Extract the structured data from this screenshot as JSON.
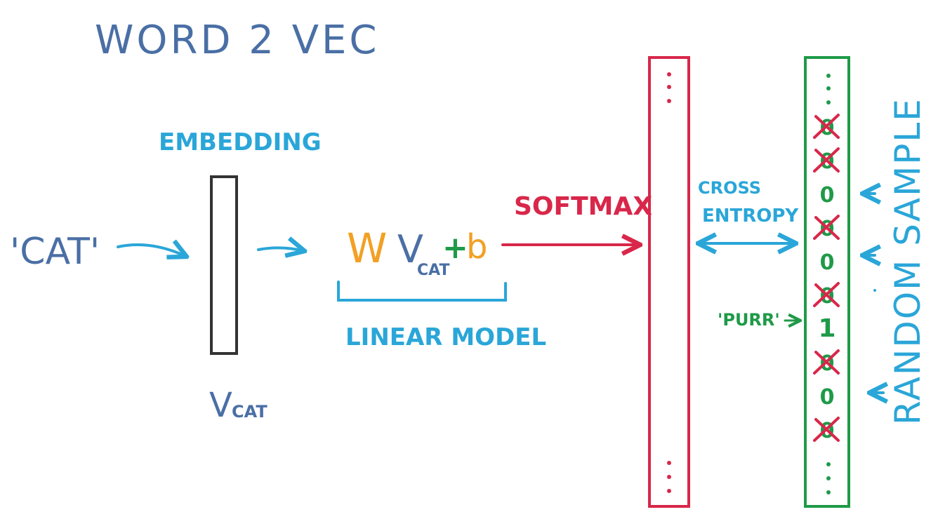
{
  "title": "WORD 2 VEC",
  "embedding_label": "EMBEDDING",
  "input_word": "'CAT'",
  "vector_label": {
    "main": "V",
    "sub": "CAT"
  },
  "formula": {
    "w": "W",
    "v": "V",
    "sub": "CAT",
    "plus": "+",
    "b": "b"
  },
  "linear_model_label": "LINEAR MODEL",
  "softmax_label": "SOFTMAX",
  "cross_entropy_label": {
    "line1": "CROSS",
    "line2": "ENTROPY"
  },
  "random_sample_label": "RANDOM SAMPLE",
  "target_word_label": "'PURR'",
  "target_vector": {
    "entries": [
      {
        "value": "0",
        "crossed": true
      },
      {
        "value": "0",
        "crossed": true
      },
      {
        "value": "0",
        "crossed": false
      },
      {
        "value": "0",
        "crossed": true
      },
      {
        "value": "0",
        "crossed": false
      },
      {
        "value": "0",
        "crossed": true
      },
      {
        "value": "1",
        "crossed": false
      },
      {
        "value": "0",
        "crossed": true
      },
      {
        "value": "0",
        "crossed": false
      },
      {
        "value": "0",
        "crossed": true
      }
    ],
    "ellipsis": "⋮"
  },
  "colors": {
    "dark_blue": "#4a6fa5",
    "light_blue": "#2aa6d8",
    "red": "#d8274a",
    "green": "#1f9a48",
    "orange": "#f2a024",
    "black": "#333333"
  }
}
